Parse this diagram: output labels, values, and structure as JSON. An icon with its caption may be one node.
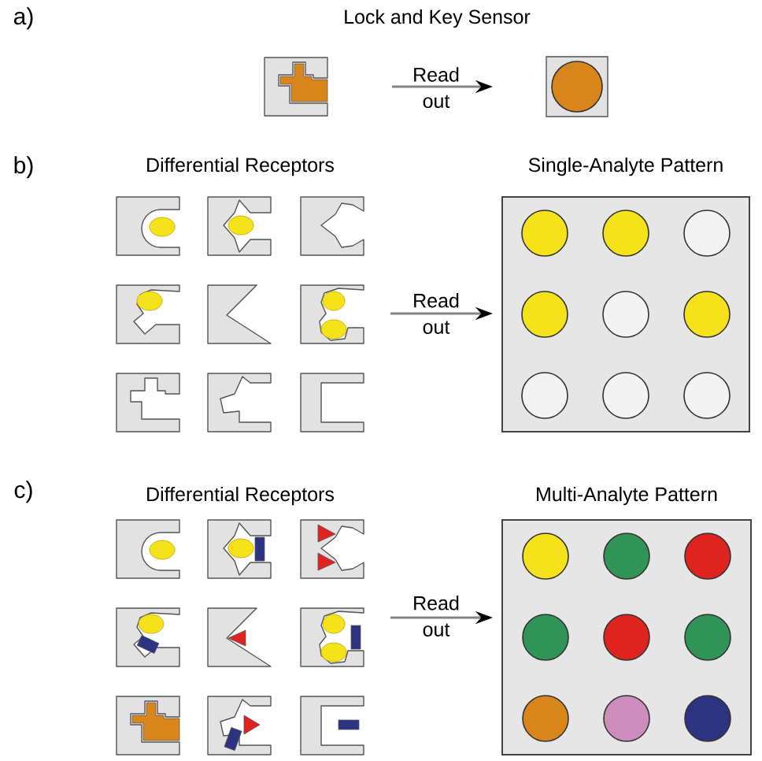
{
  "diagram": {
    "nodes": [
      {
        "text": [],
        "shape": "picture"
      },
      {
        "text": [],
        "shape": "box"
      },
      {
        "text": [
          "Single-Analyte Pattern"
        ]
      },
      {
        "text": [
          "Multi-Analyte Pattern"
        ]
      }
    ],
    "edges": [
      {
        "from": 0,
        "to": 1,
        "arrow": "to",
        "label": "Read out"
      },
      {
        "from": null,
        "to": 2,
        "arrow": "to",
        "label": "Read out"
      },
      {
        "from": null,
        "to": 3,
        "arrow": "to",
        "label": "Read out"
      }
    ],
    "labels": [
      "a)",
      "Lock and Key Sensor",
      "b)",
      "Differential Receptors",
      "c)",
      "Differential Receptors"
    ]
  }
}
